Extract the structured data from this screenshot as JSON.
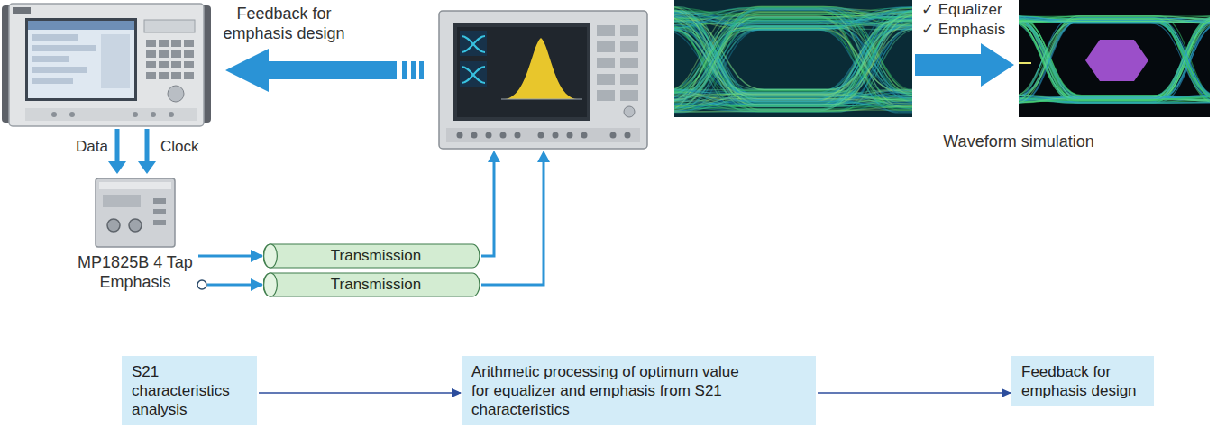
{
  "diagram": {
    "nodes": [
      {
        "text": [
          "MP1825B 4 Tap Emphasis"
        ]
      },
      {
        "text": [
          "Transmission"
        ]
      },
      {
        "text": [
          "Transmission"
        ]
      },
      {
        "text": [
          "S21 characteristics analysis"
        ]
      },
      {
        "text": [
          "Arithmetic processing of optimum value for equalizer and emphasis from S21 characteristics"
        ]
      },
      {
        "text": [
          "Feedback for emphasis design"
        ]
      }
    ],
    "edges": [
      {
        "from": 0,
        "to": 1,
        "arrow": "to"
      },
      {
        "from": 0,
        "to": 2,
        "arrow": "to"
      },
      {
        "from": 3,
        "to": 4,
        "arrow": "to"
      },
      {
        "from": 4,
        "to": 5,
        "arrow": "to"
      }
    ],
    "labels": [
      "Feedback for emphasis design",
      "✓ Equalizer",
      "✓ Emphasis",
      "Waveform simulation",
      "Data",
      "Clock"
    ]
  }
}
